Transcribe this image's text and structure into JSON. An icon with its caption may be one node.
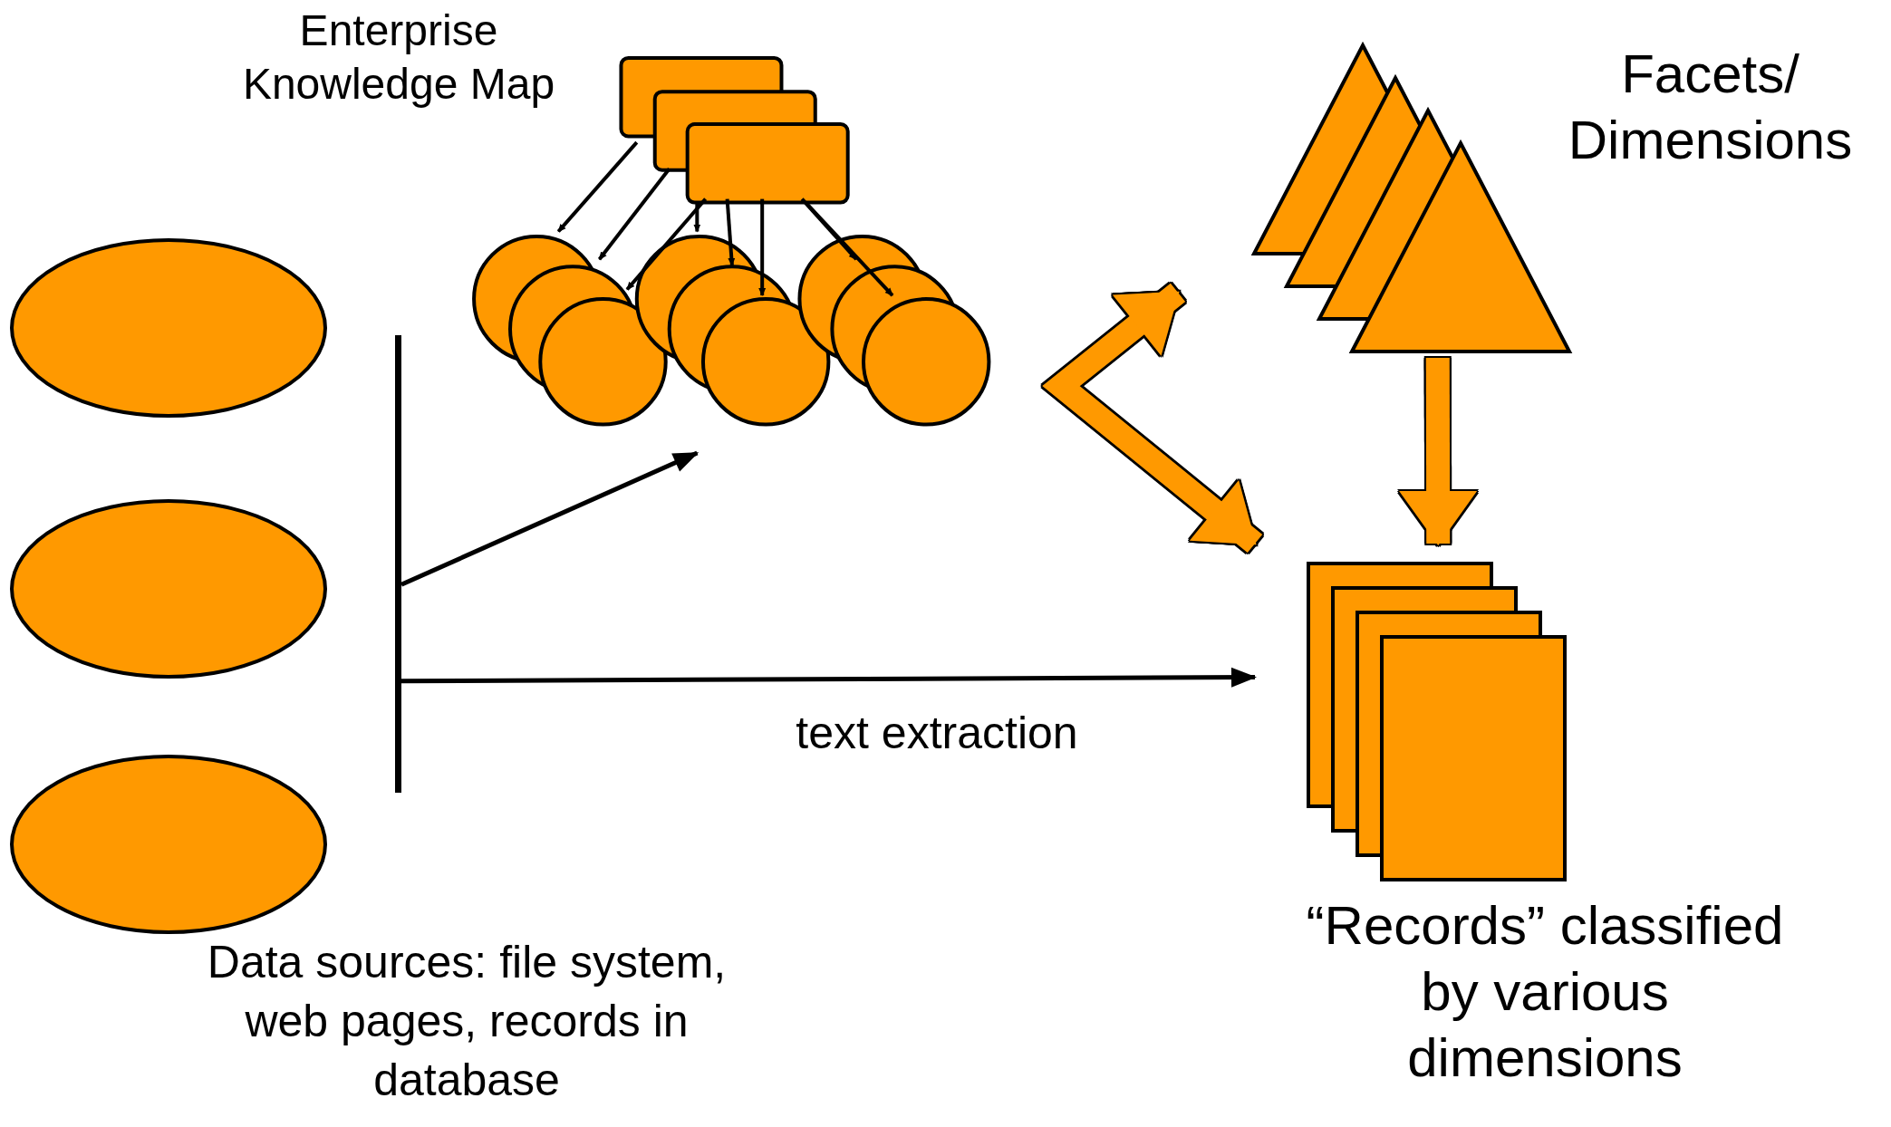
{
  "diagram": {
    "nodes": [
      {
        "text": [],
        "shape": "ellipse"
      },
      {
        "text": [],
        "shape": "ellipse"
      },
      {
        "text": [],
        "shape": "ellipse"
      },
      {
        "text": [],
        "shape": "bar"
      },
      {
        "text": [
          "Enterprise Knowledge Map"
        ]
      },
      {
        "text": [
          "Facets/ Dimensions"
        ]
      },
      {
        "text": [
          "“Records” classified by various dimensions"
        ]
      }
    ],
    "edges": [
      {
        "from": 3,
        "to": 4,
        "arrow": "to"
      },
      {
        "from": 3,
        "to": 6,
        "arrow": "to",
        "label": "text extraction"
      },
      {
        "from": 5,
        "to": 6,
        "arrow": "both",
        "style": "thick",
        "color": "#ff9900"
      },
      {
        "from": 5,
        "to": 6,
        "arrow": "to",
        "style": "thick",
        "color": "#ff9900"
      }
    ],
    "labels": [
      "Data sources: file system, web pages, records in database"
    ]
  }
}
